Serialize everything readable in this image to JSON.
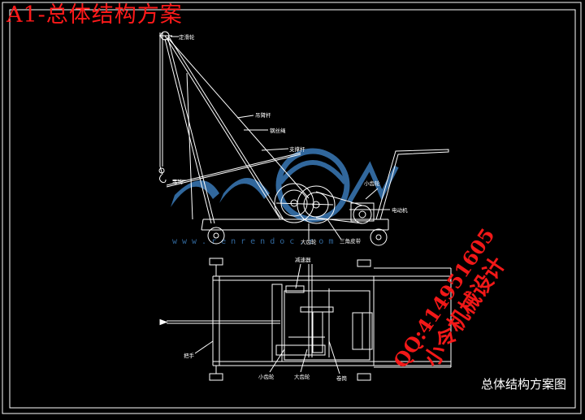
{
  "heading": "A1-总体结构方案",
  "drawing_title": "总体结构方案图",
  "side_view_labels": {
    "pulley": "定滑轮",
    "boom": "吊臂杆",
    "wire_rope": "钢丝绳",
    "support_rod": "支撑杆",
    "hook": "吊钩",
    "small_gear": "小齿轮",
    "motor": "电动机",
    "large_gear": "大齿轮",
    "triangle_belt": "三角皮带"
  },
  "top_view_labels": {
    "reducer": "减速器",
    "handle": "把手",
    "small_gear": "小齿轮",
    "large_gear": "大齿轮",
    "drum": "卷筒"
  },
  "stamp": {
    "qq": "QQ:414951605",
    "studio": "小令机械设计"
  },
  "watermark": {
    "text": "www.renrendoc.com",
    "color": "#3a7ab8"
  },
  "colors": {
    "background": "#000000",
    "lines": "#ffffff",
    "red_text": "#ff1a1a"
  }
}
